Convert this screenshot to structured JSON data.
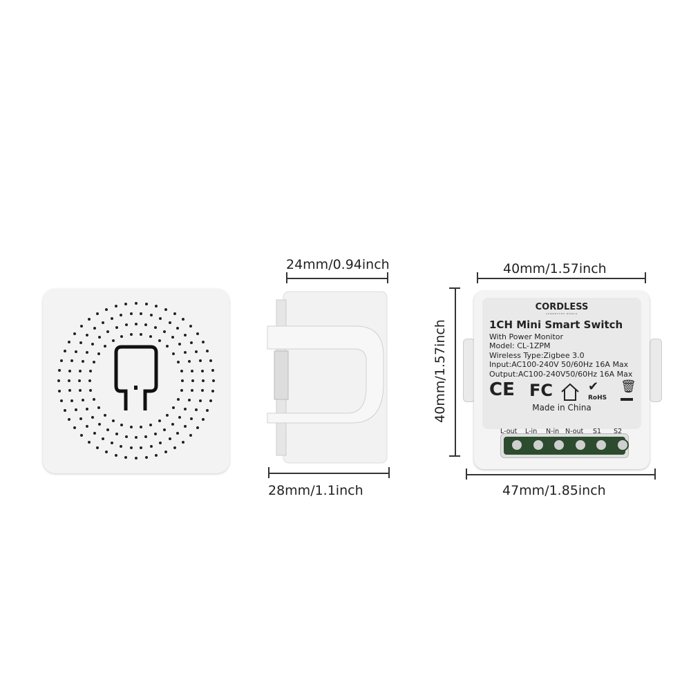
{
  "dimensions": {
    "side_top": "24mm/0.94inch",
    "side_bottom": "28mm/1.1inch",
    "back_top": "40mm/1.57inch",
    "back_left": "40mm/1.57inch",
    "back_bottom": "47mm/1.85inch"
  },
  "label": {
    "brand": "CORDLESS",
    "tagline": "CONNECTED WORLD",
    "title": "1CH Mini Smart Switch",
    "lines": [
      "With Power Monitor",
      "Model: CL-1ZPM",
      "Wireless Type:Zigbee 3.0",
      "Input:AC100-240V 50/60Hz 16A Max",
      "Output:AC100-240V50/60Hz 16A Max"
    ],
    "certs": [
      "CE",
      "FC",
      "RoHS"
    ],
    "origin": "Made in China",
    "terminals": [
      "L-out",
      "L-in",
      "N-in",
      "N-out",
      "S1",
      "S2"
    ]
  },
  "colors": {
    "terminal_block": "#2d4b2e",
    "device": "#f3f3f3"
  }
}
